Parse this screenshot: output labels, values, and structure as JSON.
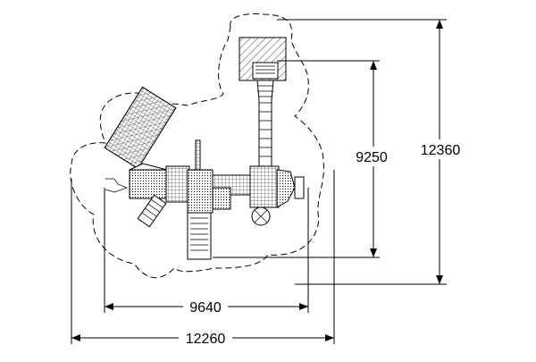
{
  "dimensions": {
    "inner_width": "9640",
    "outer_width": "12260",
    "inner_height": "9250",
    "outer_height": "12360"
  }
}
